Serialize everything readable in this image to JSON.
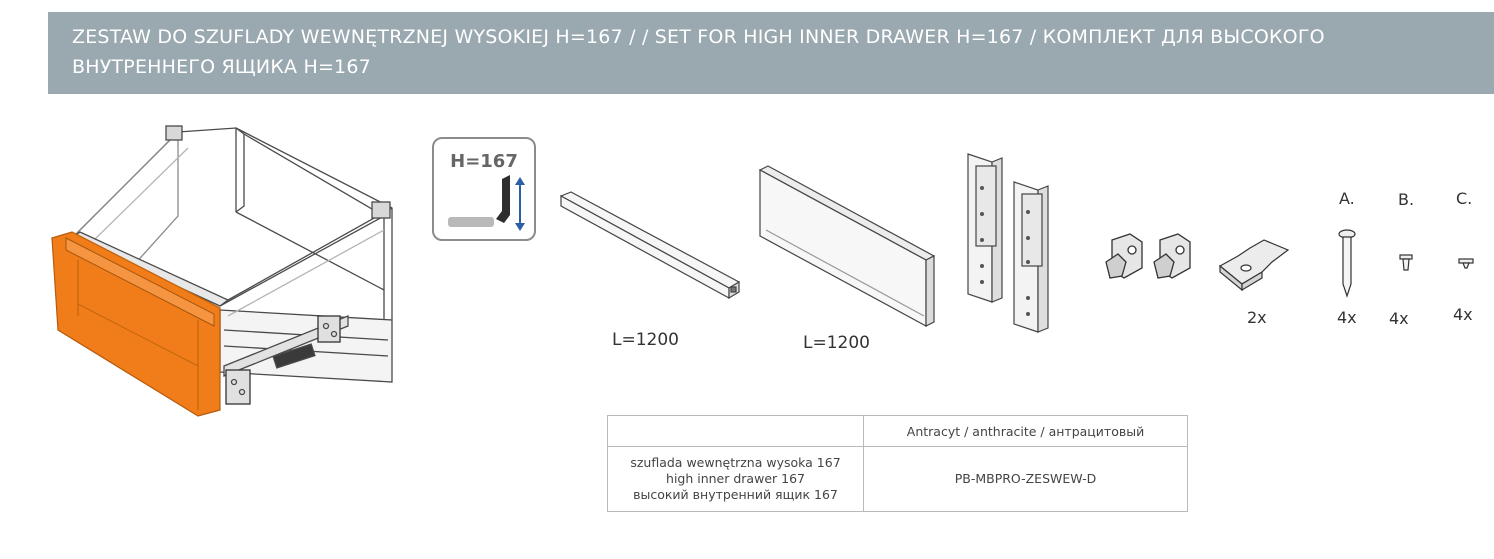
{
  "header": {
    "title": "ZESTAW DO SZUFLADY WEWNĘTRZNEJ WYSOKIEJ H=167 / / SET FOR HIGH INNER DRAWER H=167 / КОМПЛЕКТ ДЛЯ ВЫСОКОГО ВНУТРЕННЕГО ЯЩИКА H=167"
  },
  "badge": {
    "text": "H=167"
  },
  "parts": {
    "rail_length": "L=1200",
    "panel_length": "L=1200",
    "clip_qty": "2x",
    "screw_a_label": "A.",
    "screw_b_label": "B.",
    "screw_c_label": "C.",
    "screw_a_qty": "4x",
    "screw_b_qty": "4x",
    "screw_c_qty": "4x"
  },
  "table": {
    "header_col1": "",
    "header_col2": "Antracyt / anthracite / антрацитовый",
    "row_desc": [
      "szuflada wewnętrzna wysoka 167",
      "high inner drawer 167",
      "высокий внутренний ящик 167"
    ],
    "row_code": "PB-MBPRO-ZESWEW-D"
  },
  "colors": {
    "header_bg": "#9aa8b0",
    "front_orange": "#f07d1a",
    "badge_border": "#8c8c8c",
    "arrow_blue": "#2b5fa6"
  }
}
